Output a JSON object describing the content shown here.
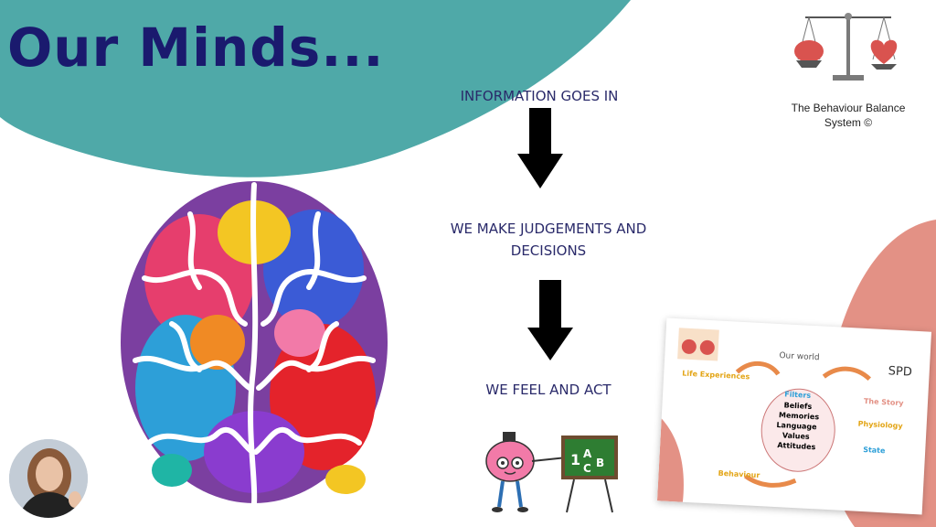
{
  "slide": {
    "title": "Our Minds...",
    "colors": {
      "teal": "#4fa9a8",
      "coral": "#e39185",
      "navy": "#1a1a6e"
    }
  },
  "logo": {
    "icon": "scales-brain-heart-icon",
    "text_line1": "The Behaviour Balance",
    "text_line2": "System ©"
  },
  "flow": {
    "step1": "INFORMATION GOES IN",
    "step2_line1": "WE MAKE JUDGEMENTS AND",
    "step2_line2": "DECISIONS",
    "step3": "WE FEEL AND ACT"
  },
  "mascot": {
    "board_text": "1 A C B"
  },
  "diagram": {
    "title": "Our world",
    "brand": "SPD",
    "life_experiences": "Life Experiences",
    "filters": "Filters",
    "beliefs": "Beliefs",
    "memories": "Memories",
    "language": "Language",
    "values": "Values",
    "attitudes": "Attitudes",
    "the_story": "The Story",
    "physiology": "Physiology",
    "state": "State",
    "behaviour": "Behaviour"
  }
}
